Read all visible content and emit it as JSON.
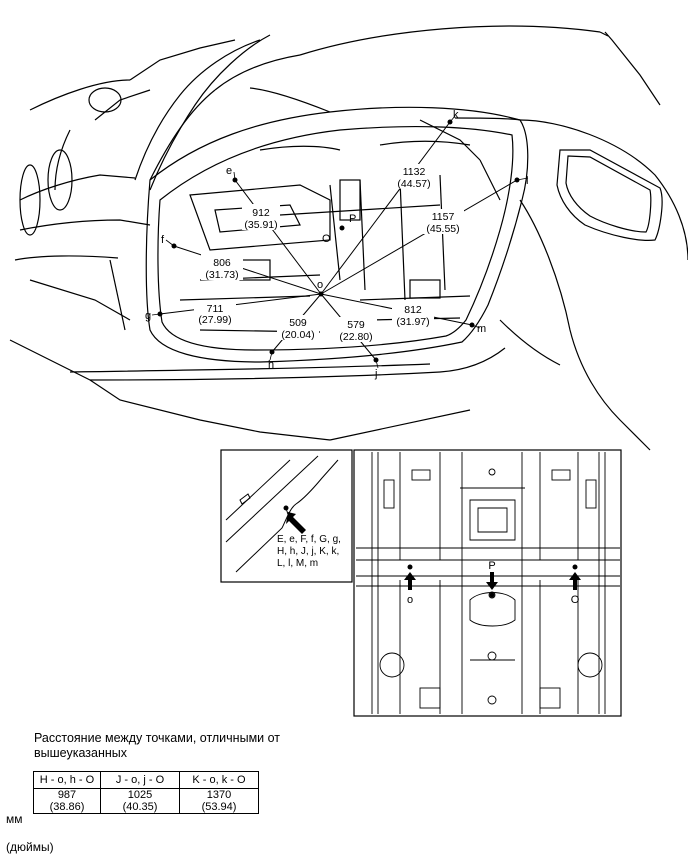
{
  "points": {
    "e": "e",
    "f": "f",
    "g": "g",
    "h": "h",
    "j": "j",
    "k": "k",
    "l": "l",
    "m": "m",
    "o": "o",
    "O": "O",
    "P": "P"
  },
  "dims": [
    {
      "mm": "912",
      "in": "(35.91)"
    },
    {
      "mm": "806",
      "in": "(31.73)"
    },
    {
      "mm": "711",
      "in": "(27.99)"
    },
    {
      "mm": "509",
      "in": "(20.04)"
    },
    {
      "mm": "579",
      "in": "(22.80)"
    },
    {
      "mm": "812",
      "in": "(31.97)"
    },
    {
      "mm": "1157",
      "in": "(45.55)"
    },
    {
      "mm": "1132",
      "in": "(44.57)"
    }
  ],
  "detail": {
    "lines": [
      "E, e, F, f, G, g,",
      "H, h, J, j, K, k,",
      "L, l, M, m"
    ]
  },
  "floor": {
    "o": "o",
    "P": "P",
    "O": "O"
  },
  "note": "Расстояние между точками, отличными от вышеуказанных",
  "table": {
    "headers": [
      "H - o, h - O",
      "J - o, j - O",
      "K - o, k - O"
    ],
    "rows": [
      [
        "987",
        "1025",
        "1370"
      ],
      [
        "(38.86)",
        "(40.35)",
        "(53.94)"
      ]
    ]
  },
  "units": {
    "mm": "мм",
    "in": "(дюймы)"
  }
}
